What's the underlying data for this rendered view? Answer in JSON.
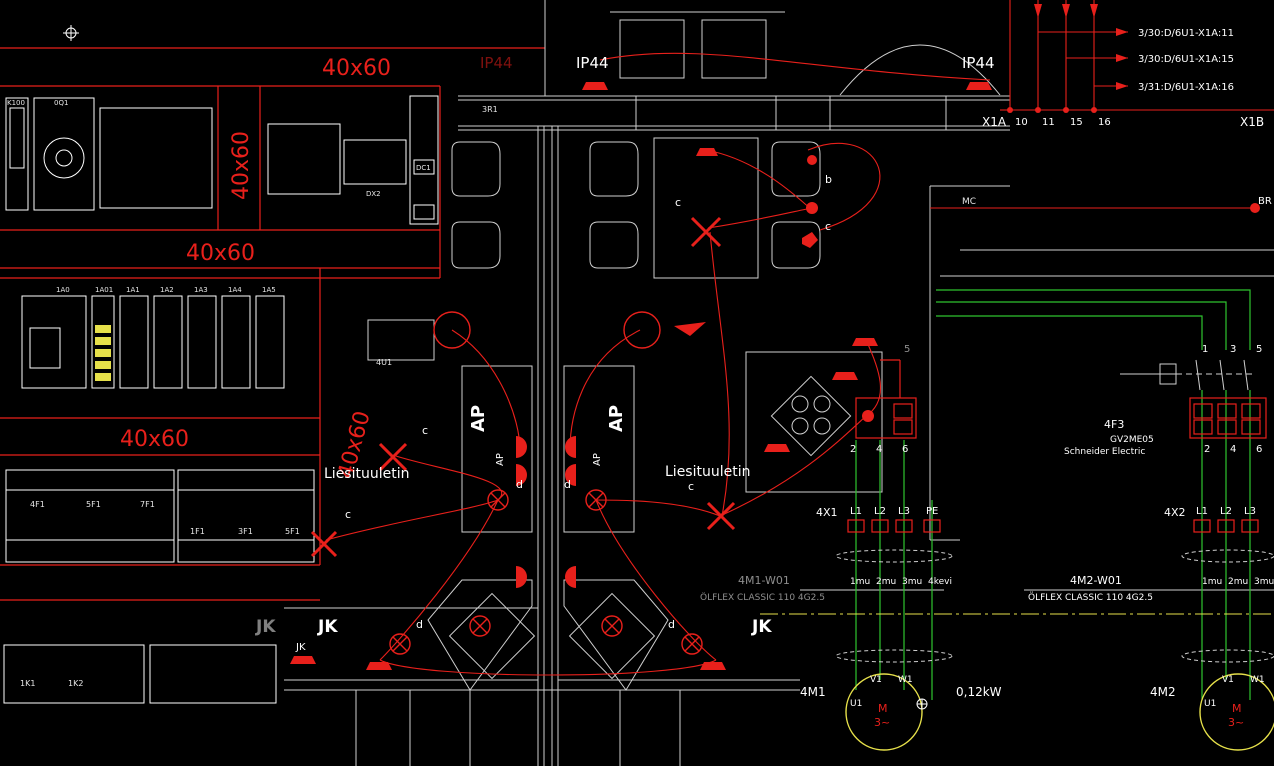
{
  "panel": {
    "size_labels": [
      "40x60",
      "40x60",
      "40x60",
      "40x60",
      "40x60"
    ],
    "module_tags_row1": [
      "K100",
      "0Q1"
    ],
    "module_tag_dc": "DC1",
    "module_tag_dx": "DX2",
    "plc_tags": [
      "1A0",
      "1A01",
      "1A1",
      "1A2",
      "1A3",
      "1A4",
      "1A5"
    ],
    "breaker_tags": [
      "4F1",
      "5F1",
      "7F1"
    ],
    "fuse_tags": [
      "1F1",
      "3F1",
      "5F1"
    ],
    "contactor_tags": [
      "1K1",
      "1K2"
    ]
  },
  "floorplan": {
    "ip_labels": [
      "IP44",
      "IP44",
      "IP44"
    ],
    "room_tag_1": "3R1",
    "room_tag_2": "4U1",
    "cable_letters": [
      "c",
      "c",
      "c",
      "c",
      "b",
      "c",
      "d",
      "d",
      "d",
      "d"
    ],
    "liesi_labels": [
      "Liesituuletin",
      "Liesituuletin"
    ],
    "ap_labels": [
      "AP",
      "AP",
      "AP",
      "AP"
    ],
    "jk_labels": [
      "JK",
      "JK",
      "JK",
      "JK"
    ],
    "mc_label": "MC",
    "x1a_label": "X1A"
  },
  "schematic": {
    "terminals": [
      "10",
      "11",
      "15",
      "16"
    ],
    "x1b_label": "X1B",
    "br_label": "BR",
    "refs": [
      "3/30:D/6U1-X1A:11",
      "3/30:D/6U1-X1A:15",
      "3/31:D/6U1-X1A:16"
    ],
    "contact_nums_top": [
      "1",
      "3",
      "5"
    ],
    "contact_nums_bottom": [
      "2",
      "4",
      "6"
    ],
    "contact_nums_left_top": "5",
    "contact_nums_left_bottom": [
      "2",
      "4",
      "6"
    ],
    "breaker_ref": "4F3",
    "breaker_model": "GV2ME05",
    "breaker_make": "Schneider Electric",
    "terminal_block_1": "4X1",
    "terminal_block_2": "4X2",
    "phases": [
      "L1",
      "L2",
      "L3",
      "PE"
    ],
    "phases2": [
      "L1",
      "L2",
      "L3"
    ],
    "cable_cores": [
      "1mu",
      "2mu",
      "3mu",
      "4kevi"
    ],
    "cable_cores2": [
      "1mu",
      "2mu",
      "3mu"
    ],
    "cable_1_name": "4M1-W01",
    "cable_1_spec": "ÖLFLEX CLASSIC 110 4G2.5",
    "cable_2_name": "4M2-W01",
    "cable_2_spec": "ÖLFLEX CLASSIC 110 4G2.5",
    "motor_1": "4M1",
    "motor_2": "4M2",
    "motor_power": "0,12kW",
    "motor_terms": [
      "U1",
      "V1",
      "W1"
    ],
    "motor_symbol": "M",
    "motor_phase": "3~"
  },
  "colors": {
    "red": "#e8201b",
    "green": "#2fc42f",
    "yellow": "#e6e04a",
    "white": "#ffffff",
    "grey": "#8a8a8a"
  }
}
